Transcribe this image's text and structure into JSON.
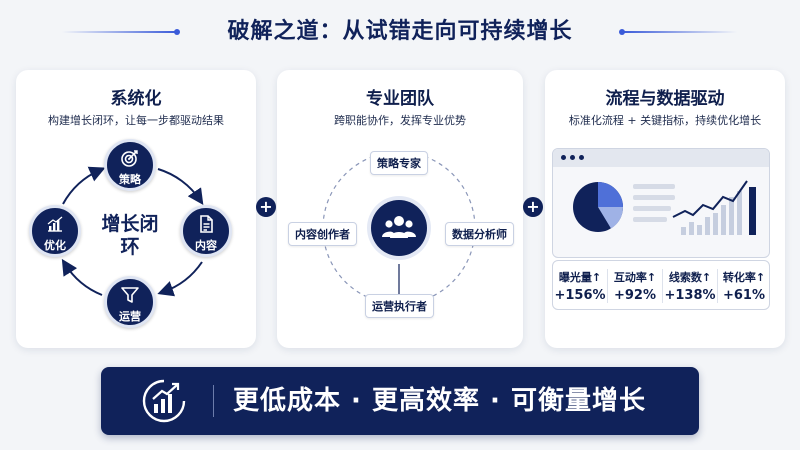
{
  "header": {
    "title": "破解之道：从试错走向可持续增长"
  },
  "card1": {
    "title": "系统化",
    "subtitle": "构建增长闭环，让每一步都驱动结果",
    "center": "增长闭环",
    "nodes": {
      "top": "策略",
      "right": "内容",
      "bottom": "运营",
      "left": "优化"
    }
  },
  "card2": {
    "title": "专业团队",
    "subtitle": "跨职能协作，发挥专业优势",
    "roles": {
      "top": "策略专家",
      "left": "内容创作者",
      "right": "数据分析师",
      "bottom": "运营执行者"
    }
  },
  "card3": {
    "title": "流程与数据驱动",
    "subtitle": "标准化流程 + 关键指标，持续优化增长",
    "metrics": [
      {
        "label": "曝光量↑",
        "value": "+156%"
      },
      {
        "label": "互动率↑",
        "value": "+92%"
      },
      {
        "label": "线索数↑",
        "value": "+138%"
      },
      {
        "label": "转化率↑",
        "value": "+61%"
      }
    ]
  },
  "plus_sign": "+",
  "banner": {
    "text": "更低成本 · 更高效率 · 可衡量增长"
  },
  "colors": {
    "navy": "#10225a",
    "accent": "#3a5bd9",
    "light": "#c9d3ea",
    "background": "#f3f5f8"
  },
  "icons": [
    "target-icon",
    "document-icon",
    "funnel-icon",
    "bar-chart-icon",
    "team-icon",
    "pie-chart-icon",
    "line-chart-icon",
    "growth-chart-icon",
    "plus-icon"
  ]
}
